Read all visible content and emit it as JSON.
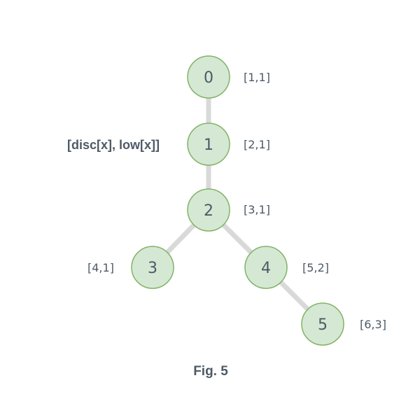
{
  "legend": "[disc[x], low[x]]",
  "caption": "Fig. 5",
  "nodes": [
    {
      "id": "0",
      "pair": "[1,1]"
    },
    {
      "id": "1",
      "pair": "[2,1]"
    },
    {
      "id": "2",
      "pair": "[3,1]"
    },
    {
      "id": "3",
      "pair": "[4,1]"
    },
    {
      "id": "4",
      "pair": "[5,2]"
    },
    {
      "id": "5",
      "pair": "[6,3]"
    }
  ],
  "edges": [
    [
      "0",
      "1"
    ],
    [
      "1",
      "2"
    ],
    [
      "2",
      "3"
    ],
    [
      "2",
      "4"
    ],
    [
      "4",
      "5"
    ]
  ],
  "colors": {
    "node_fill": "#d5e8d4",
    "node_stroke": "#82b366",
    "edge": "#d9d9d9",
    "text": "#4d5a66"
  }
}
